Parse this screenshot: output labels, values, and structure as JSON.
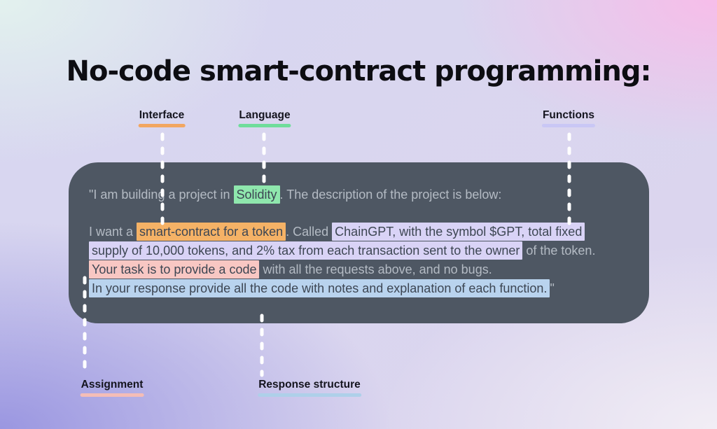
{
  "title": "No-code smart-contract programming:",
  "annotations": {
    "interface": {
      "label": "Interface",
      "underline_color": "#f2a660"
    },
    "language": {
      "label": "Language",
      "underline_color": "#6fdd9b"
    },
    "functions": {
      "label": "Functions",
      "underline_color": "#c9c7f5"
    },
    "assignment": {
      "label": "Assignment",
      "underline_color": "#f4bdb7"
    },
    "response_structure": {
      "label": "Response structure",
      "underline_color": "#aed0e9"
    }
  },
  "connector_color": "#ffffff",
  "card": {
    "background": "#4e5763",
    "highlight_colors": {
      "language": "#8fe7ad",
      "interface": "#f5b266",
      "functions": "#d9d3f6",
      "assignment": "#f8c7c3",
      "response": "#b9d3ee"
    },
    "prompt": {
      "line1": {
        "pre": "\"I am building a project in ",
        "highlight": "Solidity",
        "post": ". The description of the project is below:"
      },
      "line2": {
        "pre": "I want a ",
        "highlight1": "smart-contract for a token",
        "mid": ". Called ",
        "highlight2": "ChainGPT, with the symbol $GPT, total fixed"
      },
      "line3": {
        "highlight": "supply of 10,000 tokens, and 2% tax from each transaction sent to the owner",
        "post": " of the token."
      },
      "line4": {
        "highlight": "Your task is to provide a code",
        "post": " with all the requests above, and no bugs."
      },
      "line5": {
        "highlight": "In your response provide all the code with notes and explanation of each function.",
        "post": "\""
      }
    }
  }
}
